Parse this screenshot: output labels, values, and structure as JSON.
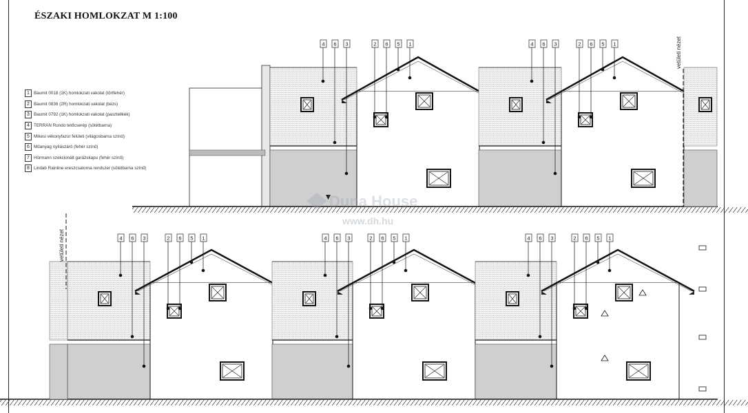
{
  "title": "ÉSZAKI HOMLOKZAT M 1:100",
  "watermark": {
    "brand": "Duna House",
    "url": "www.dh.hu"
  },
  "view_label": "vetületi nézet",
  "legend": [
    {
      "num": "1",
      "text": "Baumit 0018 (1K) homlokzati vakolat (törtfehér)"
    },
    {
      "num": "2",
      "text": "Baumit 0836 (2R) homlokzati vakolat (bézs)"
    },
    {
      "num": "3",
      "text": "Baumit 0792 (1K) homlokzati vakolat (pasztellkék)"
    },
    {
      "num": "4",
      "text": "TERRAN Rundo tetőcserép (sötétbarna)"
    },
    {
      "num": "5",
      "text": "Mikesi vékonyfazúr felületi (világosbarna színű)"
    },
    {
      "num": "6",
      "text": "Műanyag nyílászáró (fehér színű)"
    },
    {
      "num": "7",
      "text": "Hörmann szekcionált garázskapu (fehér színű)"
    },
    {
      "num": "8",
      "text": "Lindab Rainline ereszcsatorna rendszer (sötétbarna színű)"
    }
  ],
  "callouts": {
    "left_group": [
      "4",
      "6",
      "3"
    ],
    "right_group": [
      "2",
      "6",
      "5",
      "1"
    ]
  }
}
